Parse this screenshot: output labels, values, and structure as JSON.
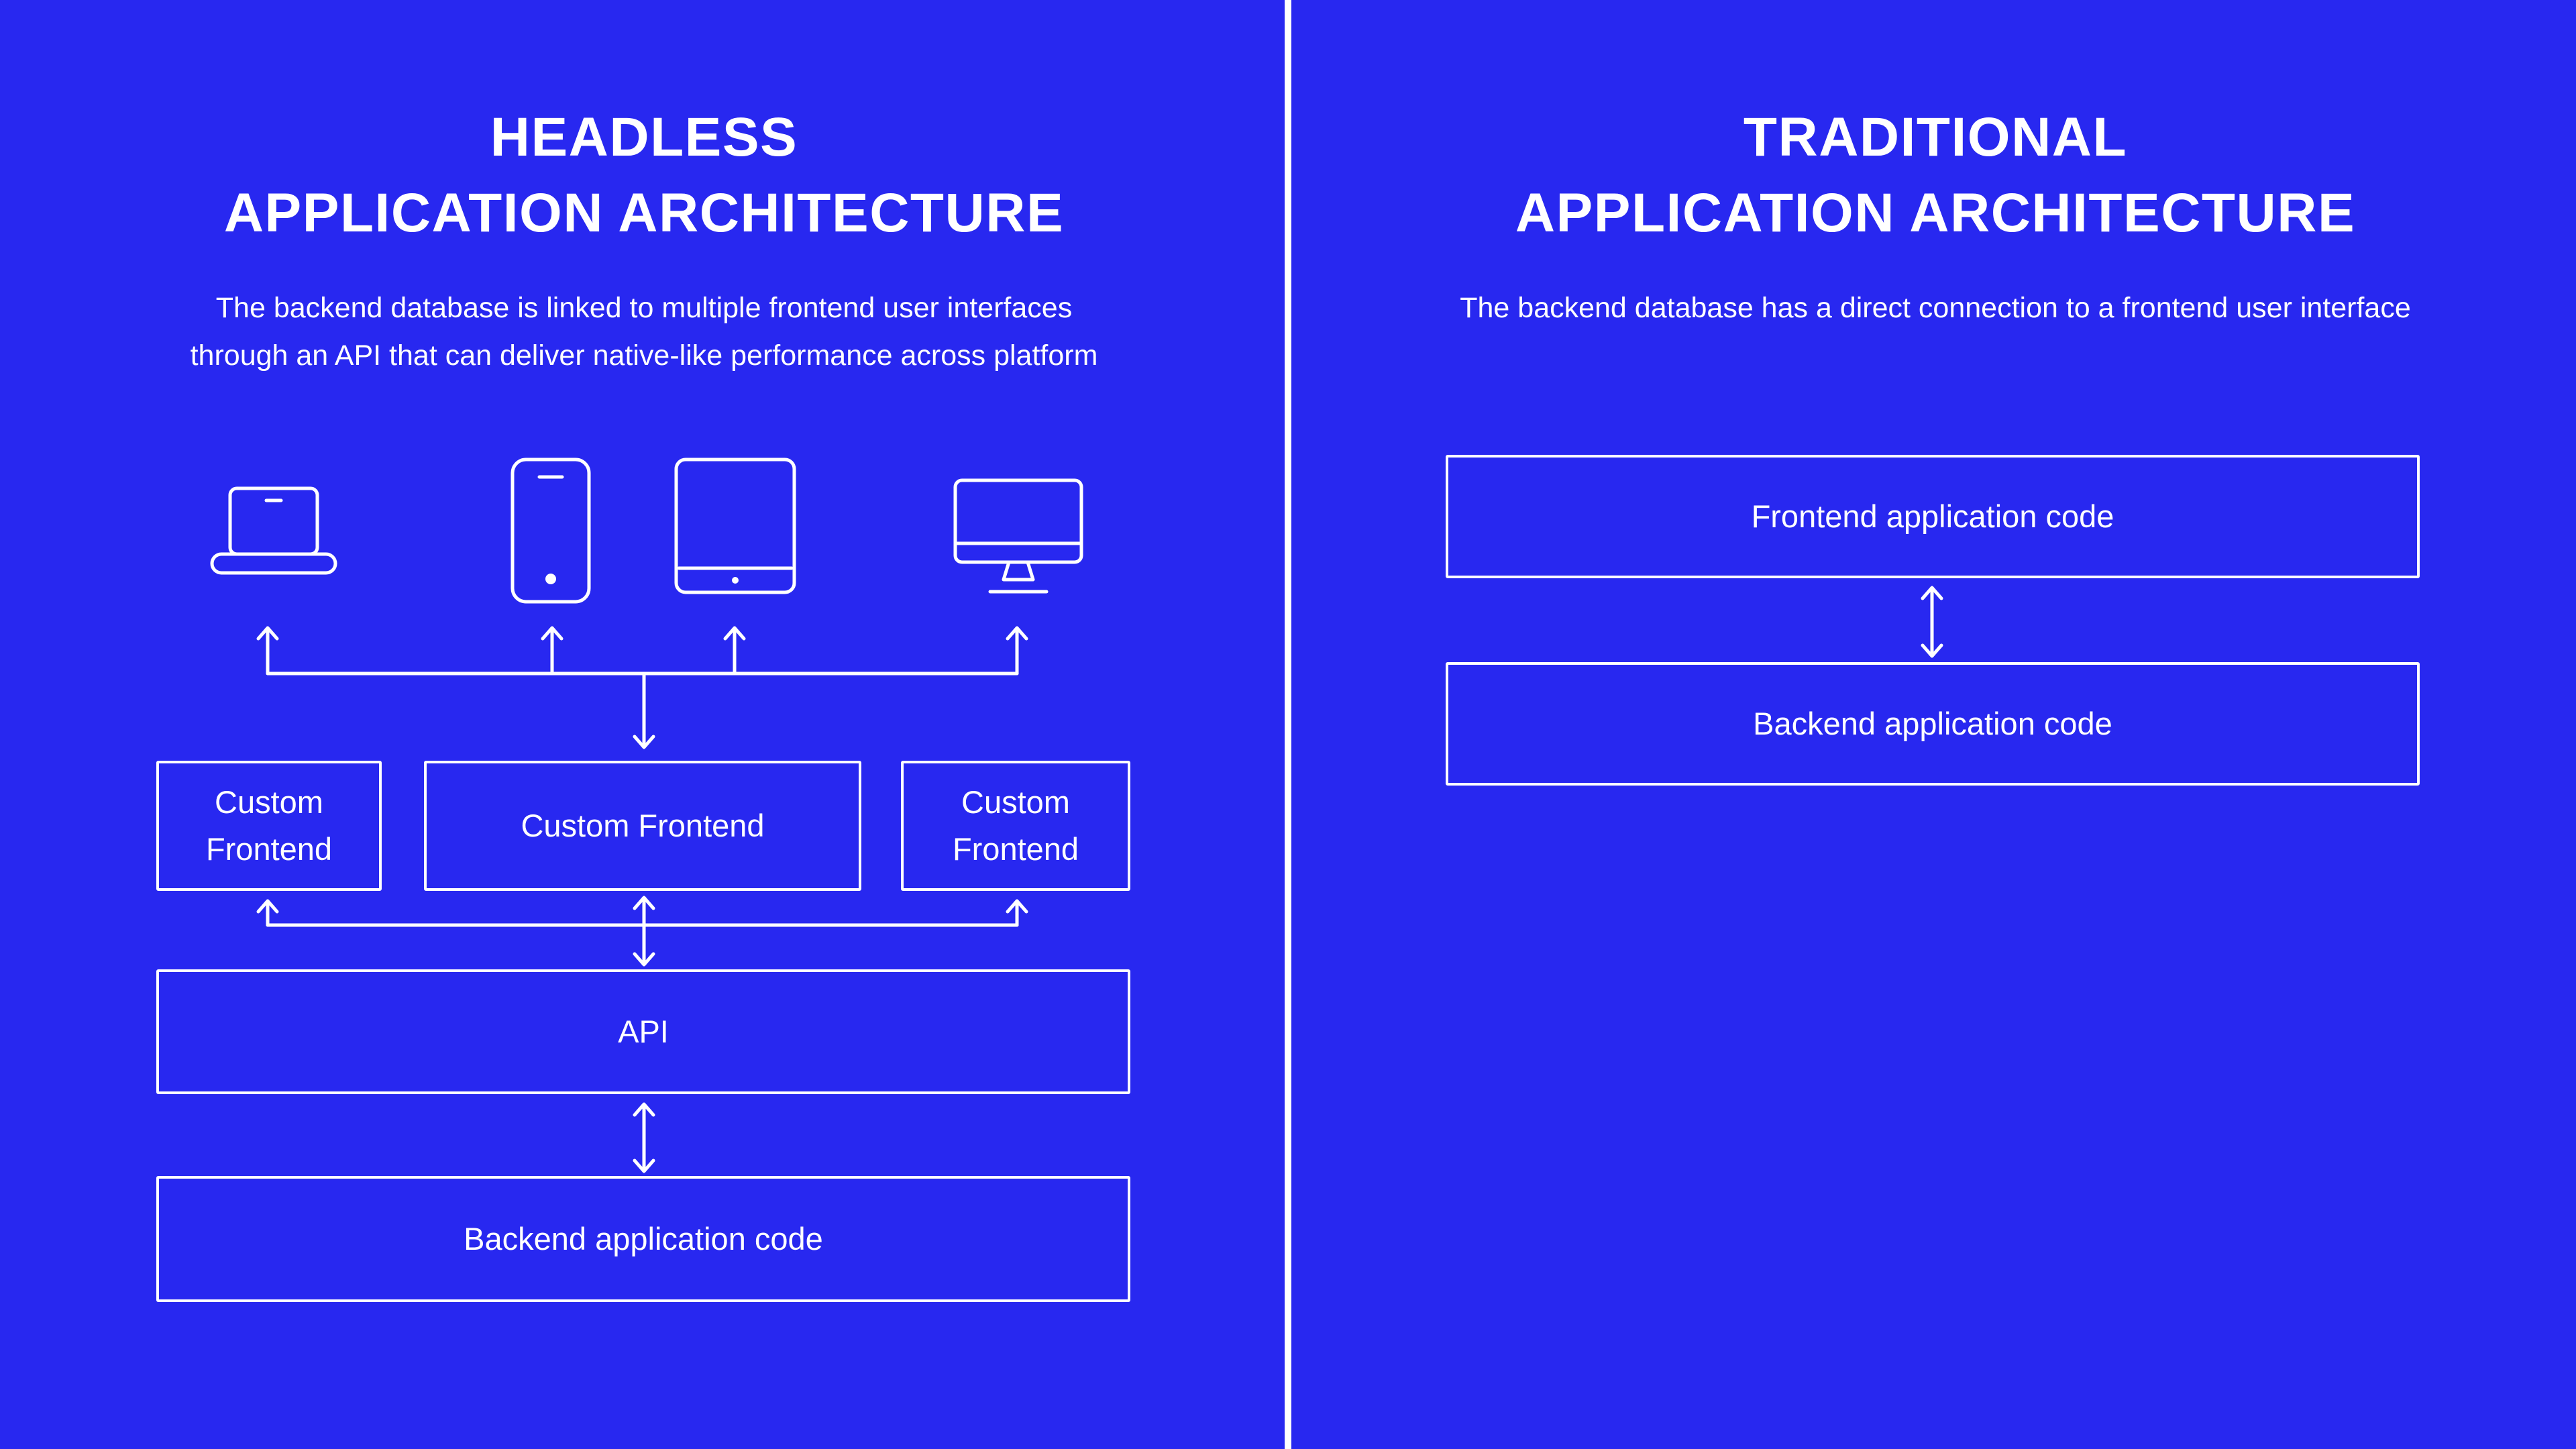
{
  "theme": {
    "background": "#2828f0",
    "foreground": "#ffffff"
  },
  "left_panel": {
    "title_line1": "HEADLESS",
    "title_line2": "APPLICATION ARCHITECTURE",
    "subtitle_line1": "The backend database is linked to multiple frontend user interfaces",
    "subtitle_line2": "through an API that can deliver native-like performance across platform",
    "device_icons": [
      "laptop-icon",
      "smartphone-icon",
      "tablet-icon",
      "monitor-icon"
    ],
    "boxes": {
      "custom_frontend_left": "Custom Frontend",
      "custom_frontend_middle": "Custom Frontend",
      "custom_frontend_right": "Custom Frontend",
      "api": "API",
      "backend": "Backend application code"
    }
  },
  "right_panel": {
    "title_line1": "TRADITIONAL",
    "title_line2": "APPLICATION ARCHITECTURE",
    "subtitle_line1": "The backend database has a direct connection to a frontend user interface",
    "boxes": {
      "frontend": "Frontend application code",
      "backend": "Backend application code"
    }
  }
}
